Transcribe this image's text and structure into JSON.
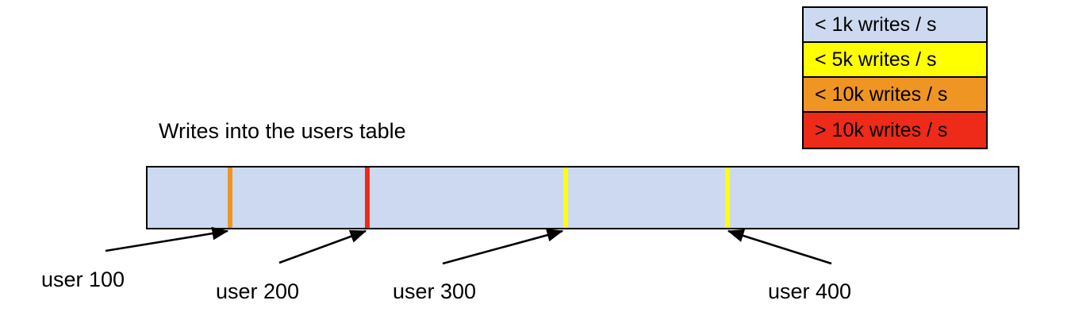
{
  "chart_data": {
    "type": "bar",
    "title": "Writes into the users table",
    "orientation": "horizontal-range",
    "description": "A single horizontal range bar representing the users table keyspace, shaded by write rate, with colored markers at specific user boundaries.",
    "bar": {
      "base_color": "#ccd9f0",
      "base_category": "< 1k writes / s",
      "border_color": "#000000"
    },
    "markers": [
      {
        "label": "user 100",
        "color": "#ef9523",
        "category": "< 10k writes / s",
        "position_pct": 9.5
      },
      {
        "label": "user 200",
        "color": "#ee2a18",
        "category": "> 10k writes / s",
        "position_pct": 25.2
      },
      {
        "label": "user 300",
        "color": "#ffff00",
        "category": "< 5k writes / s",
        "position_pct": 47.8
      },
      {
        "label": "user 400",
        "color": "#ffff00",
        "category": "< 5k writes / s",
        "position_pct": 66.3
      }
    ],
    "legend": {
      "position": "top-right",
      "entries": [
        {
          "label": "< 1k writes / s",
          "color": "#ccd9f0"
        },
        {
          "label": "< 5k writes / s",
          "color": "#ffff00"
        },
        {
          "label": "< 10k writes / s",
          "color": "#ef9523"
        },
        {
          "label": "> 10k writes / s",
          "color": "#ee2a18"
        }
      ]
    },
    "xlabel": "",
    "ylabel": "",
    "grid": false
  },
  "title": {
    "text": "Writes into the users table"
  },
  "legend": {
    "rows": [
      {
        "label": "< 1k writes / s",
        "color": "#ccd9f0"
      },
      {
        "label": "< 5k writes / s",
        "color": "#ffff00"
      },
      {
        "label": "< 10k writes / s",
        "color": "#ef9523"
      },
      {
        "label": "> 10k writes / s",
        "color": "#ee2a18"
      }
    ]
  },
  "bar": {
    "fill_color": "#ccd9f0",
    "markers": [
      {
        "name": "user-100",
        "color": "#ef9523"
      },
      {
        "name": "user-200",
        "color": "#ee2a18"
      },
      {
        "name": "user-300",
        "color": "#ffff00"
      },
      {
        "name": "user-400",
        "color": "#ffff00"
      }
    ]
  },
  "annotations": [
    {
      "label": "user 100"
    },
    {
      "label": "user 200"
    },
    {
      "label": "user 300"
    },
    {
      "label": "user 400"
    }
  ]
}
